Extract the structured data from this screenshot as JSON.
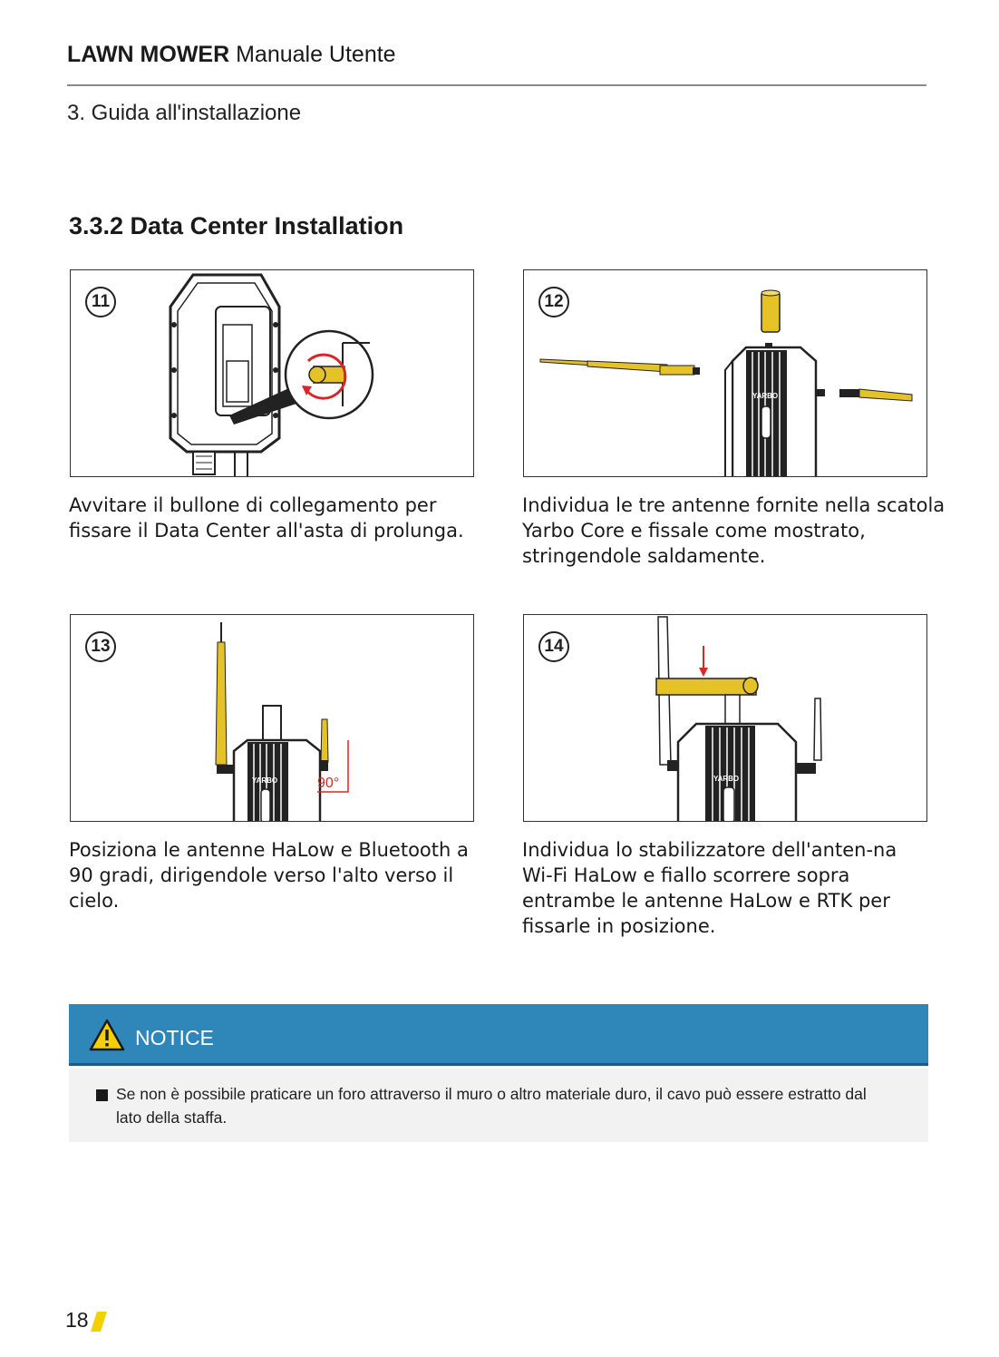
{
  "header": {
    "brand": "LAWN MOWER",
    "subtitle": " Manuale Utente",
    "chapter": "3. Guida all'installazione"
  },
  "section": {
    "title": "3.3.2 Data Center Installation"
  },
  "steps": [
    {
      "number": "11",
      "caption": "Avvitare il bullone di collegamento per fissare il Data Center all'asta di prolunga."
    },
    {
      "number": "12",
      "caption": "Individua le tre antenne fornite nella scatola Yarbo Core e fissale come mostrato, stringendole saldamente."
    },
    {
      "number": "13",
      "caption": "Posiziona le antenne HaLow e Bluetooth a 90 gradi, dirigendole verso l'alto verso il cielo.",
      "angle_label": "90°"
    },
    {
      "number": "14",
      "caption": "Individua lo stabilizzatore dell'anten-na Wi-Fi HaLow e fiallo scorrere sopra entrambe le antenne HaLow e RTK per fissarle in posizione."
    }
  ],
  "brand_on_device": "YARBO",
  "notice": {
    "label": "NOTICE",
    "items": [
      "Se non è possibile praticare un foro attraverso il muro o altro materiale duro, il cavo può essere estratto dal lato della staffa."
    ]
  },
  "footer": {
    "page_number": "18"
  },
  "colors": {
    "accent_yellow": "#f5d000",
    "antenna_yellow": "#e6c229",
    "notice_blue": "#2e86b9",
    "arrow_red": "#d62828"
  }
}
